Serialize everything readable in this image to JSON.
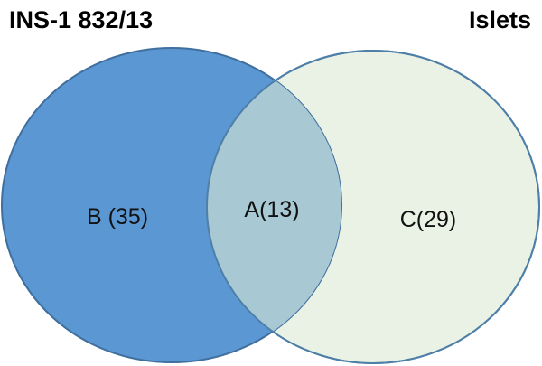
{
  "diagram": {
    "type": "venn",
    "sets": [
      {
        "key": "left",
        "title": "INS-1 832/13",
        "color": "#5b97d3",
        "stroke": "#3f6f9f"
      },
      {
        "key": "right",
        "title": "Islets",
        "color": "#e9f2e4",
        "stroke": "#4e7fa8"
      }
    ],
    "overlap_color": "#a8c8d3",
    "regions": {
      "left_only": {
        "label": "B (35)",
        "count": 35
      },
      "intersection": {
        "label": "A(13)",
        "count": 13
      },
      "right_only": {
        "label": "C(29)",
        "count": 29
      }
    }
  }
}
